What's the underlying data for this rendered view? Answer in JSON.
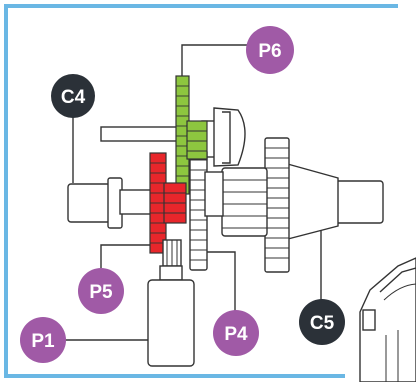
{
  "diagram": {
    "frame_color": "#6ab7e4",
    "colors": {
      "part_outline": "#333333",
      "part_fill": "#ffffff",
      "green_gear": "#8dc63f",
      "red_gear": "#e8262b",
      "label_purple": "#a05aa6",
      "label_dark": "#2b3138",
      "leader_line": "#333333"
    },
    "callouts": [
      {
        "id": "p6",
        "text": "P6",
        "style": "purple"
      },
      {
        "id": "c4",
        "text": "C4",
        "style": "dark"
      },
      {
        "id": "p5",
        "text": "P5",
        "style": "purple"
      },
      {
        "id": "p1",
        "text": "P1",
        "style": "purple"
      },
      {
        "id": "p4",
        "text": "P4",
        "style": "purple"
      },
      {
        "id": "c5",
        "text": "C5",
        "style": "dark"
      }
    ]
  }
}
